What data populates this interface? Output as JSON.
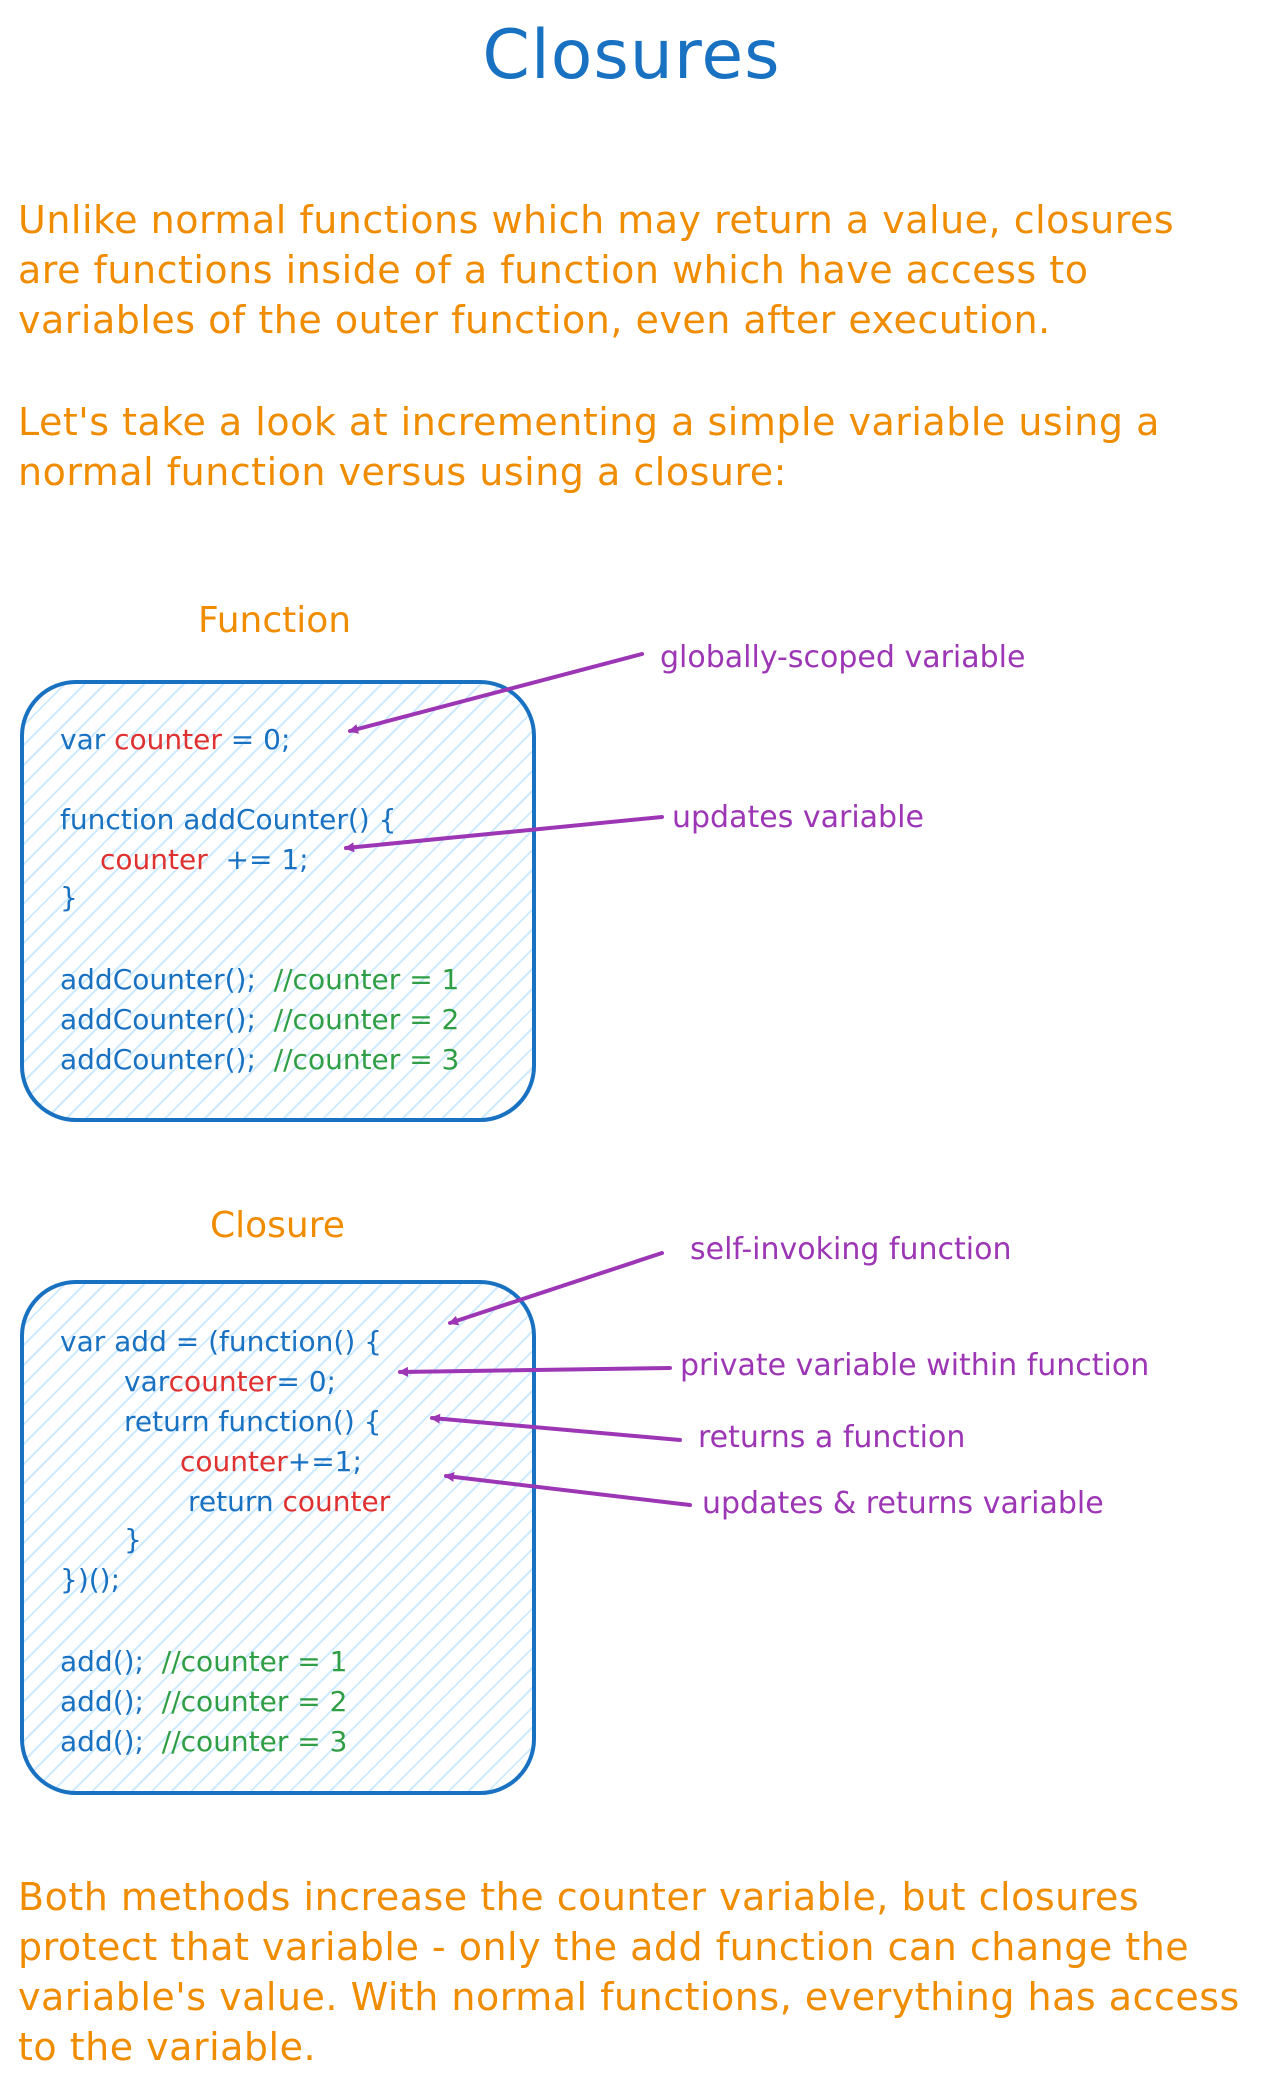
{
  "title": "Closures",
  "intro": {
    "lines": [
      "Unlike normal functions which may return a value, closures",
      "are functions inside of a function which have access to",
      "variables of the outer function, even after execution."
    ]
  },
  "lead": {
    "lines": [
      "Let's take a look at incrementing a simple variable using a",
      "normal function versus using a closure:"
    ]
  },
  "function_section": {
    "label": "Function",
    "code": {
      "l1_a": "var ",
      "l1_b": "counter",
      "l1_c": " = 0;",
      "l2": "function addCounter() {",
      "l3_a": "counter",
      "l3_b": "  += 1;",
      "l4": "}",
      "l5_a": "addCounter();  ",
      "l5_b": "//counter = 1",
      "l6_a": "addCounter();  ",
      "l6_b": "//counter = 2",
      "l7_a": "addCounter();  ",
      "l7_b": "//counter = 3"
    },
    "annotations": {
      "global": "globally-scoped variable",
      "updates": "updates variable"
    }
  },
  "closure_section": {
    "label": "Closure",
    "code": {
      "l1": "var add = (function() {",
      "l2_a": "var",
      "l2_b": "counter",
      "l2_c": "= 0;",
      "l3": "return function() {",
      "l4_a": "counter",
      "l4_b": "+=1;",
      "l5_a": "return ",
      "l5_b": "counter",
      "l6": "}",
      "l7": "})();",
      "l8_a": "add();  ",
      "l8_b": "//counter = 1",
      "l9_a": "add();  ",
      "l9_b": "//counter = 2",
      "l10_a": "add();  ",
      "l10_b": "//counter = 3"
    },
    "annotations": {
      "self_invoking": "self-invoking function",
      "private_var": "private variable within function",
      "returns_fn": "returns a function",
      "updates_returns": "updates & returns variable"
    }
  },
  "conclusion": {
    "lines": [
      "Both methods increase the counter variable, but closures",
      "protect that variable - only the add function can change the",
      "variable's value. With normal functions, everything has access",
      "to the variable."
    ]
  },
  "colors": {
    "title": "#1971c2",
    "prose": "#f08c00",
    "code": "#1971c2",
    "variable": "#e03131",
    "comment": "#2f9e44",
    "annotation": "#9c36b5",
    "box_border": "#1971c2",
    "box_hatch": "#a5d8ff"
  }
}
